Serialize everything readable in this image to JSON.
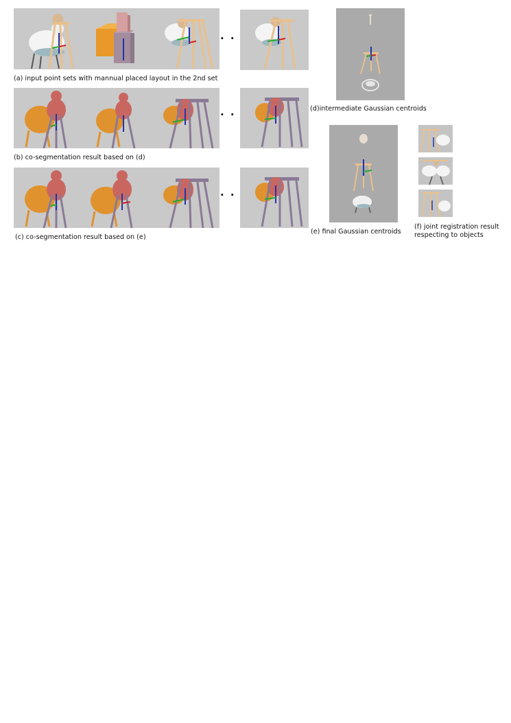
{
  "captions": {
    "a": "(a) input point sets with mannual placed layout in the 2nd set",
    "b": "(b) co-segmentation result based on (d)",
    "c": "(c) co-segmentation result based on (e)",
    "d": "(d)intermediate Gaussian centroids",
    "e": "(e) final Gaussian centroids",
    "f_line1": "(f) joint registration result",
    "f_line2": "respecting to objects"
  },
  "ellipsis": "· · ·",
  "colors": {
    "panel_bg": "#c9c9c9",
    "centroid_bg": "#aaaaaa",
    "chair_orange": "#e0922e",
    "teddy_red": "#c96660",
    "table_purple": "#8a7a96",
    "table_tan": "#e8c08e",
    "white_points": "#f4f4f4"
  }
}
